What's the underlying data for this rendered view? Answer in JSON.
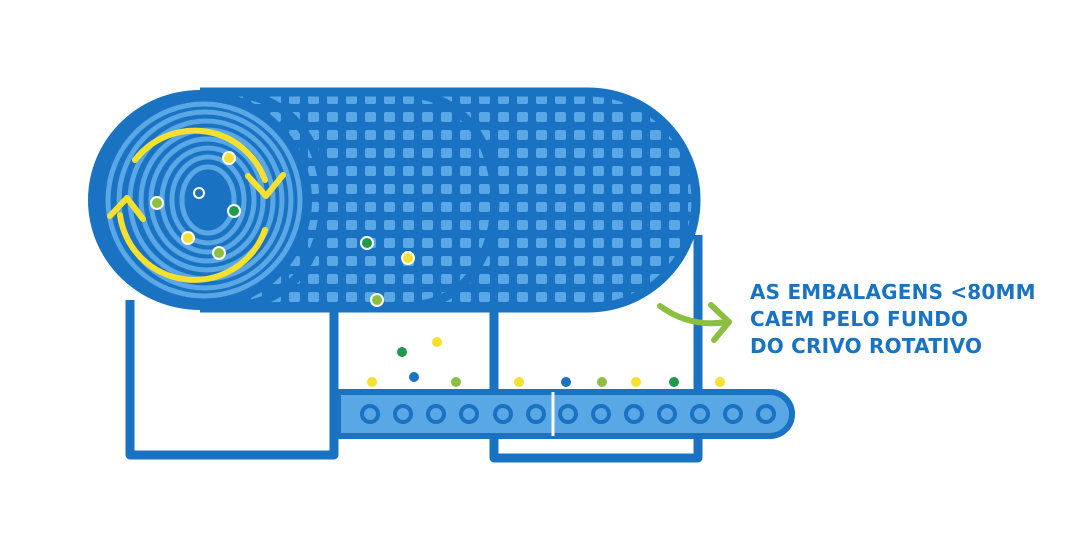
{
  "caption": {
    "lines": [
      "AS EMBALAGENS <80MM",
      "CAEM PELO FUNDO",
      "DO CRIVO ROTATIVO"
    ]
  },
  "colors": {
    "blue": "#1a73c2",
    "light_blue": "#5aa7e6",
    "yellow": "#f5e02e",
    "green": "#8bbf3f",
    "dark_green": "#1d9a4e",
    "white": "#ffffff"
  },
  "icons": [
    "rotation-arrows-icon",
    "down-right-arrow-icon"
  ]
}
